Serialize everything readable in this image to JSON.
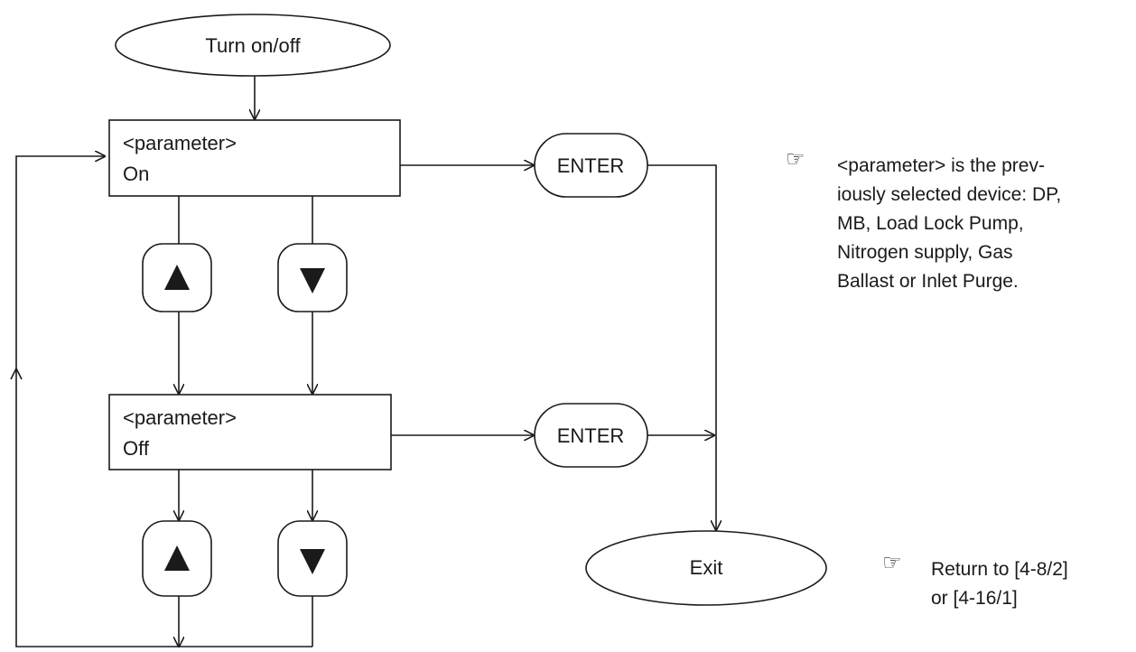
{
  "start": {
    "label": "Turn on/off"
  },
  "states": [
    {
      "id": "on",
      "line1": "<parameter>",
      "line2": "On"
    },
    {
      "id": "off",
      "line1": "<parameter>",
      "line2": "Off"
    }
  ],
  "keys": {
    "enter_on": "ENTER",
    "enter_off": "ENTER",
    "up_icon": "triangle-up",
    "down_icon": "triangle-down"
  },
  "exit": {
    "label": "Exit"
  },
  "notes": {
    "parameter_note": [
      "<parameter> is the prev-",
      "iously selected device: DP,",
      "MB, Load Lock Pump,",
      "Nitrogen supply, Gas",
      "Ballast or Inlet Purge."
    ],
    "return_note": [
      "Return to [4-8/2]",
      "or [4-16/1]"
    ]
  }
}
